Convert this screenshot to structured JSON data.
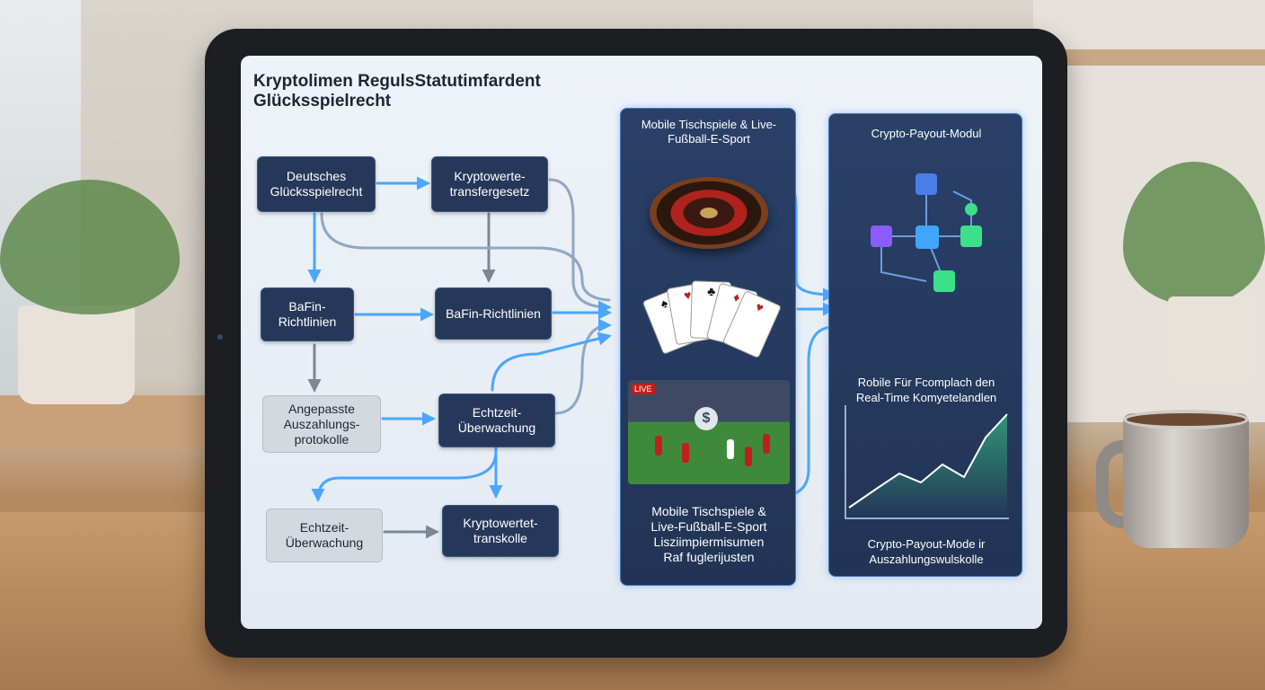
{
  "diagram": {
    "title_line1": "Kryptolimen RegulsStatutimfardent",
    "title_line2": "Glücksspielrecht",
    "nodes": {
      "deutsches": "Deutsches Glücksspielrecht",
      "kryptowerte_transfer": "Kryptowerte-transfergesetz",
      "bafin_left": "BaFin-Richtlinien",
      "bafin_right": "BaFin-Richtlinien",
      "angepasste": "Angepasste Auszahlungs-protokolle",
      "echtzeit_right": "Echtzeit-Überwachung",
      "echtzeit_left": "Echtzeit-Überwachung",
      "kryptowertet": "Kryptowertet-transkolle"
    },
    "gaming_panel": {
      "header": "Mobile Tischspiele & Live-Fußball-E-Sport",
      "footer_line1": "Mobile Tischspiele &",
      "footer_line2": "Live-Fußball-E-Sport",
      "footer_line3": "Lisziimpiermisumen",
      "footer_line4": "Raf fuglerijusten",
      "live_tag": "LIVE",
      "coin_symbol": "$"
    },
    "crypto_panel": {
      "header": "Crypto-Payout-Modul",
      "mid_line1": "Robile Für Fcomplach den",
      "mid_line2": "Real-Time Komyetelandlen",
      "footer_line1": "Crypto-Payout-Mode ir",
      "footer_line2": "Auszahlungswulskolle"
    },
    "colors": {
      "node_dark": "#26385a",
      "node_light": "#d4d9e0",
      "arrow": "#4aa6ff",
      "panel": "#2a4068",
      "accent_green": "#3de08a",
      "accent_purple": "#8a5cff"
    }
  }
}
